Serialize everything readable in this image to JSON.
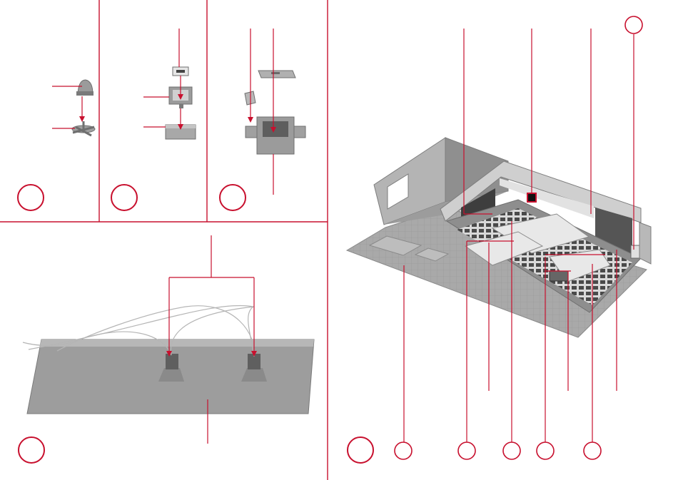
{
  "page": {
    "accent_color": "#c8102e",
    "part_gray": "#9b9b9b",
    "part_gray_dark": "#7a7a7a",
    "part_gray_light": "#c4c4c4",
    "ground_gray": "#a6a6a6"
  },
  "panels": [
    {
      "id": "chair",
      "step_label": "",
      "icon": "office-chair-icon"
    },
    {
      "id": "monitor",
      "step_label": "",
      "icon": "monitor-icon"
    },
    {
      "id": "socket",
      "step_label": "",
      "icon": "socket-icon"
    },
    {
      "id": "lighting",
      "step_label": "",
      "icon": "light-base-icon"
    },
    {
      "id": "control-room",
      "step_label": "",
      "icon": "control-room-icon"
    }
  ],
  "callouts": [
    {
      "id": "callout-top-right",
      "label": ""
    },
    {
      "id": "callout-bottom-1",
      "label": ""
    },
    {
      "id": "callout-bottom-2",
      "label": ""
    },
    {
      "id": "callout-bottom-3",
      "label": ""
    },
    {
      "id": "callout-bottom-4",
      "label": ""
    },
    {
      "id": "callout-bottom-5",
      "label": ""
    }
  ]
}
